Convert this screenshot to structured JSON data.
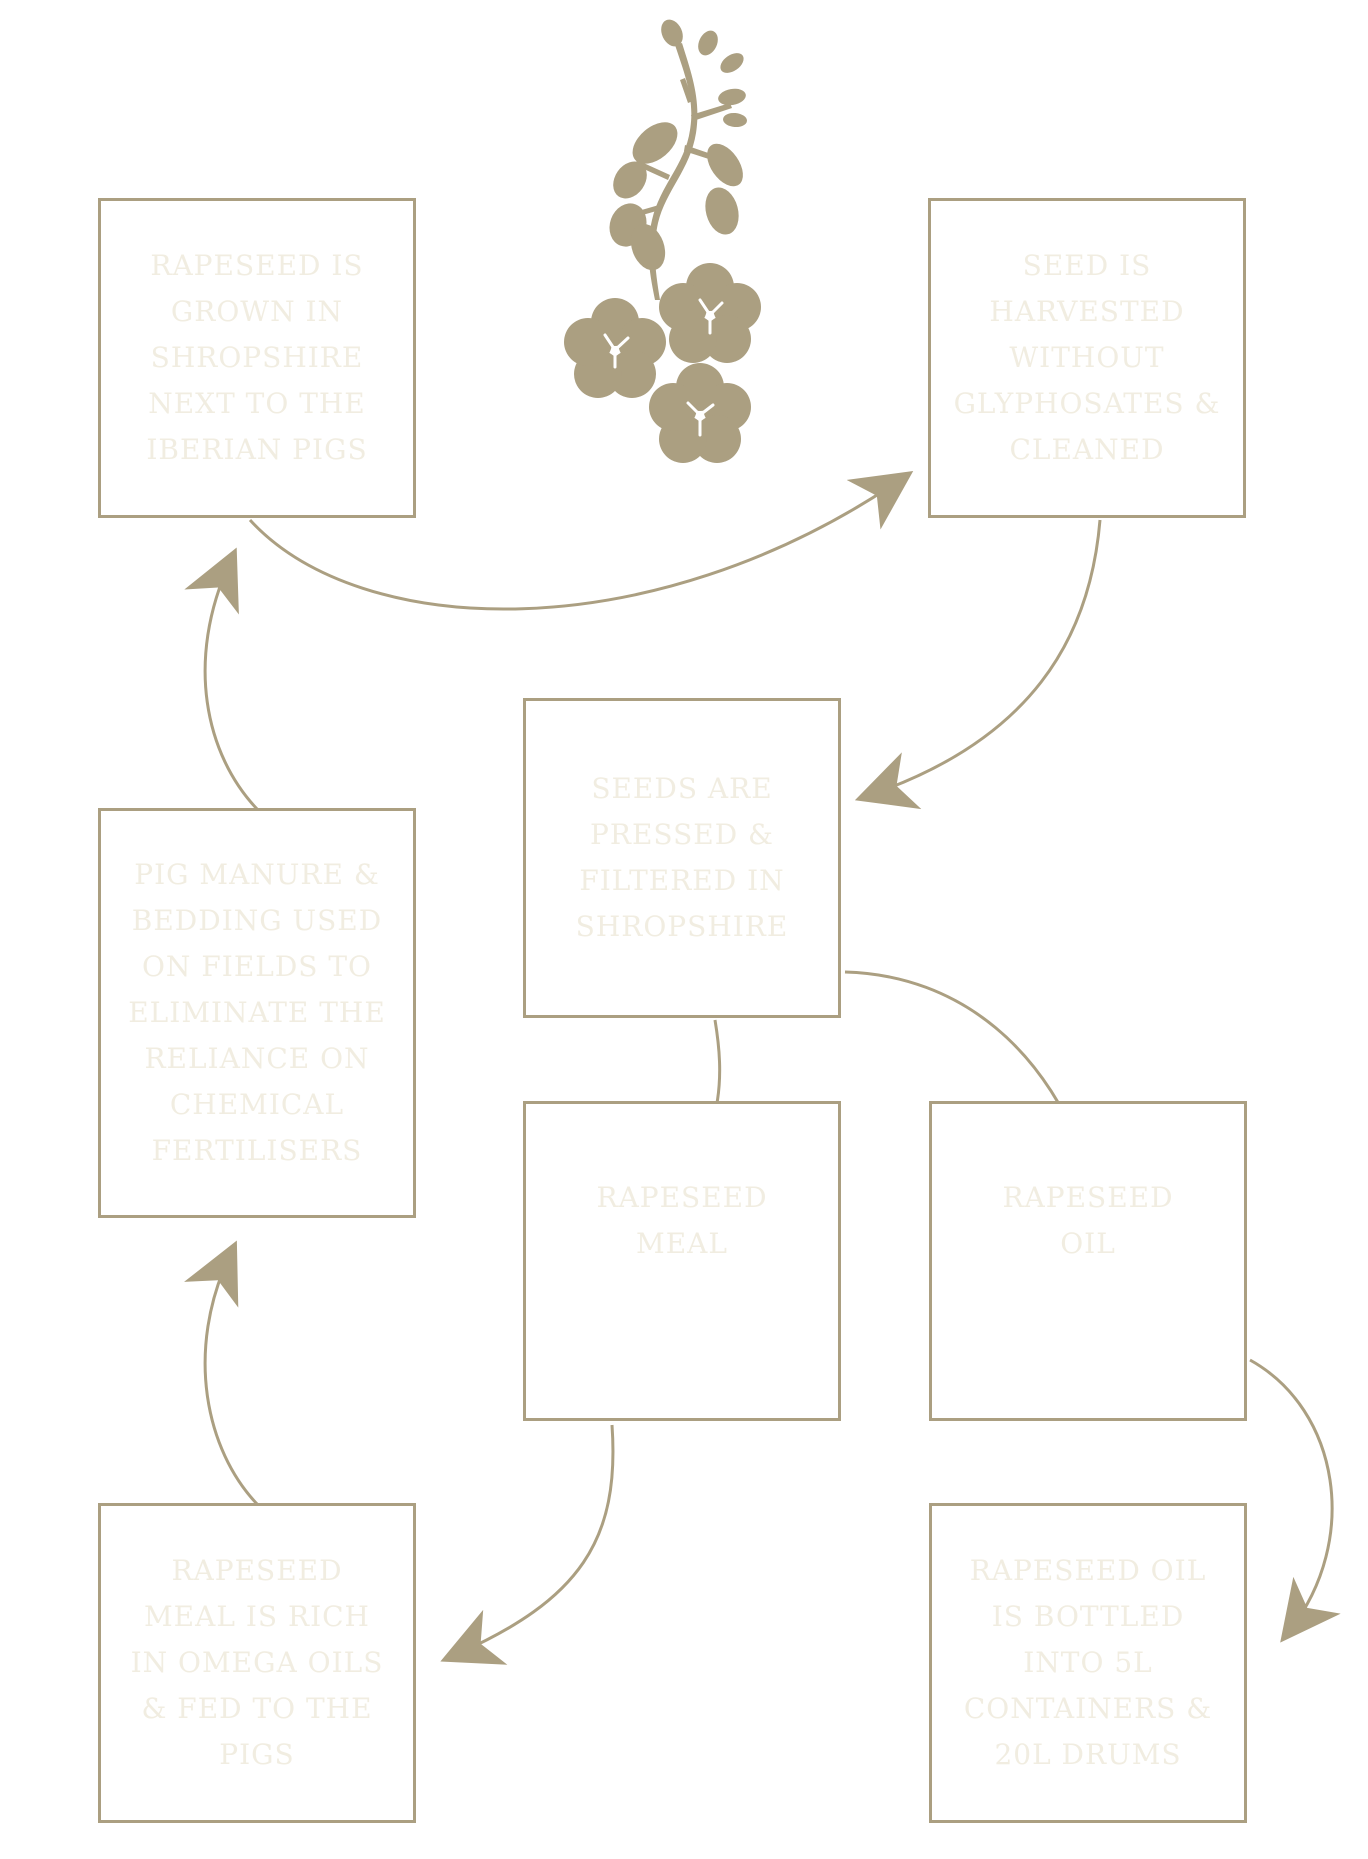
{
  "colors": {
    "accent": "#ab9f81",
    "text": "#f1ede1",
    "background": "#ffffff"
  },
  "flower_icon": "rapeseed-flower-icon",
  "steps": {
    "grown": "RAPESEED IS\nGROWN IN\nSHROPSHIRE\nNEXT TO THE\nIBERIAN PIGS",
    "harvested": "SEED IS\nHARVESTED\nWITHOUT\nGLYPHOSATES &\nCLEANED",
    "pressed": "SEEDS ARE\nPRESSED &\nFILTERED IN\nSHROPSHIRE",
    "manure": "PIG MANURE &\nBEDDING USED\nON FIELDS TO\nELIMINATE THE\nRELIANCE ON\nCHEMICAL\nFERTILISERS",
    "meal": "RAPESEED\nMEAL",
    "oil": "RAPESEED\nOIL",
    "meal_fed": "RAPESEED\nMEAL IS RICH\nIN OMEGA OILS\n& FED TO THE\nPIGS",
    "bottled": "RAPESEED OIL\nIS  BOTTLED\nINTO 5L\nCONTAINERS &\n20L DRUMS"
  }
}
